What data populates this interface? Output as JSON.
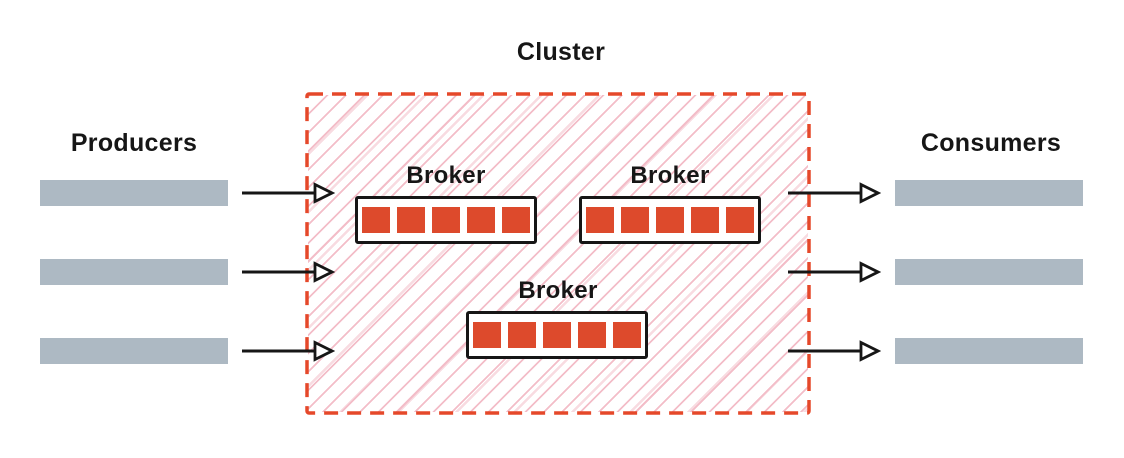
{
  "diagram": {
    "cluster_label": "Cluster",
    "producers_label": "Producers",
    "consumers_label": "Consumers",
    "broker_labels": [
      "Broker",
      "Broker",
      "Broker"
    ],
    "producer_count": 3,
    "consumer_count": 3,
    "partitions_per_broker": 5,
    "colors": {
      "border_red": "#e5482a",
      "partition_red": "#dd4a2c",
      "hatch_pink": "#f3bdc8",
      "bar_gray": "#adb9c3",
      "ink": "#161616"
    }
  }
}
